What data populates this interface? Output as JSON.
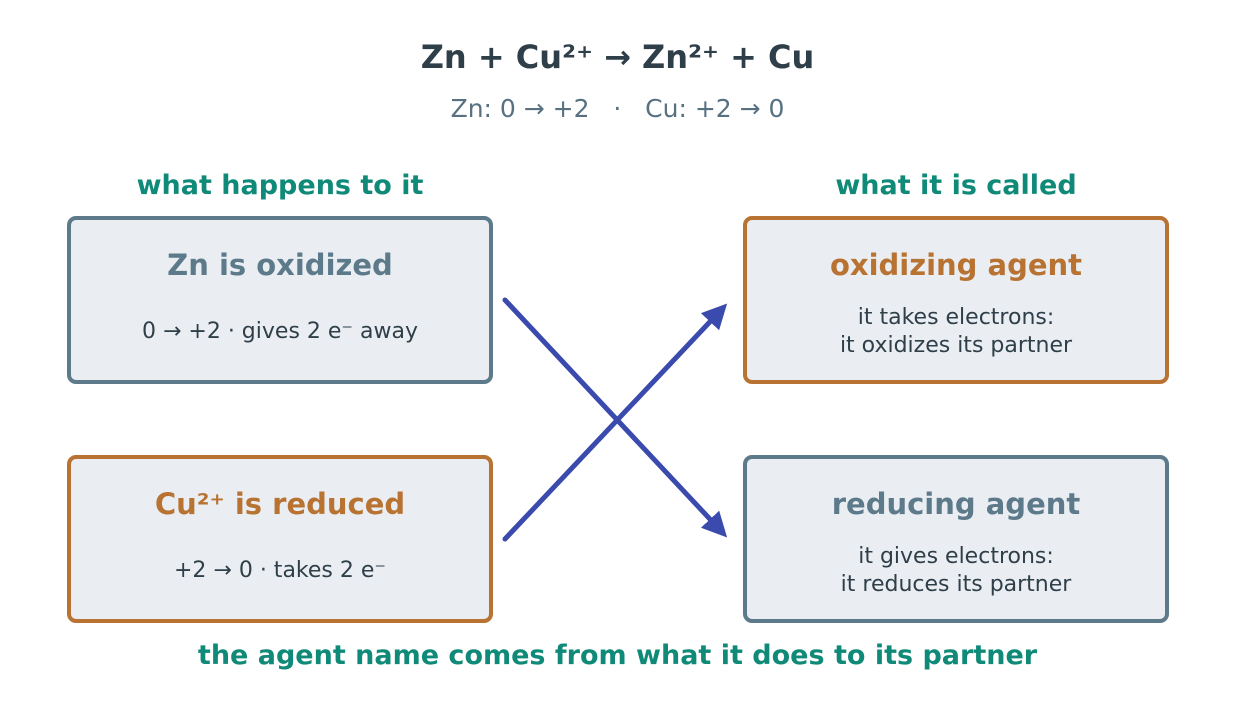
{
  "header": {
    "equation": "Zn + Cu²⁺ → Zn²⁺ + Cu",
    "oxidation_states": "Zn: 0 → +2   ·   Cu: +2 → 0"
  },
  "columns": {
    "left_heading": "what happens to it",
    "right_heading": "what it is called"
  },
  "left_boxes": [
    {
      "title": "Zn is oxidized",
      "detail": "0 → +2 · gives 2 e⁻ away"
    },
    {
      "title": "Cu²⁺ is reduced",
      "detail": "+2 → 0 · takes 2 e⁻"
    }
  ],
  "right_boxes": [
    {
      "title": "oxidizing agent",
      "line1": "it takes electrons:",
      "line2": "it oxidizes its partner"
    },
    {
      "title": "reducing agent",
      "line1": "it gives electrons:",
      "line2": "it reduces its partner"
    }
  ],
  "footer": "the agent name comes from what it does to its partner",
  "colors": {
    "slate": "#5d7a8a",
    "copper": "#b87333",
    "teal": "#0f8a78",
    "arrow": "#3a4aad",
    "box_fill": "#eaeef2",
    "text_dark": "#2f3f49"
  }
}
